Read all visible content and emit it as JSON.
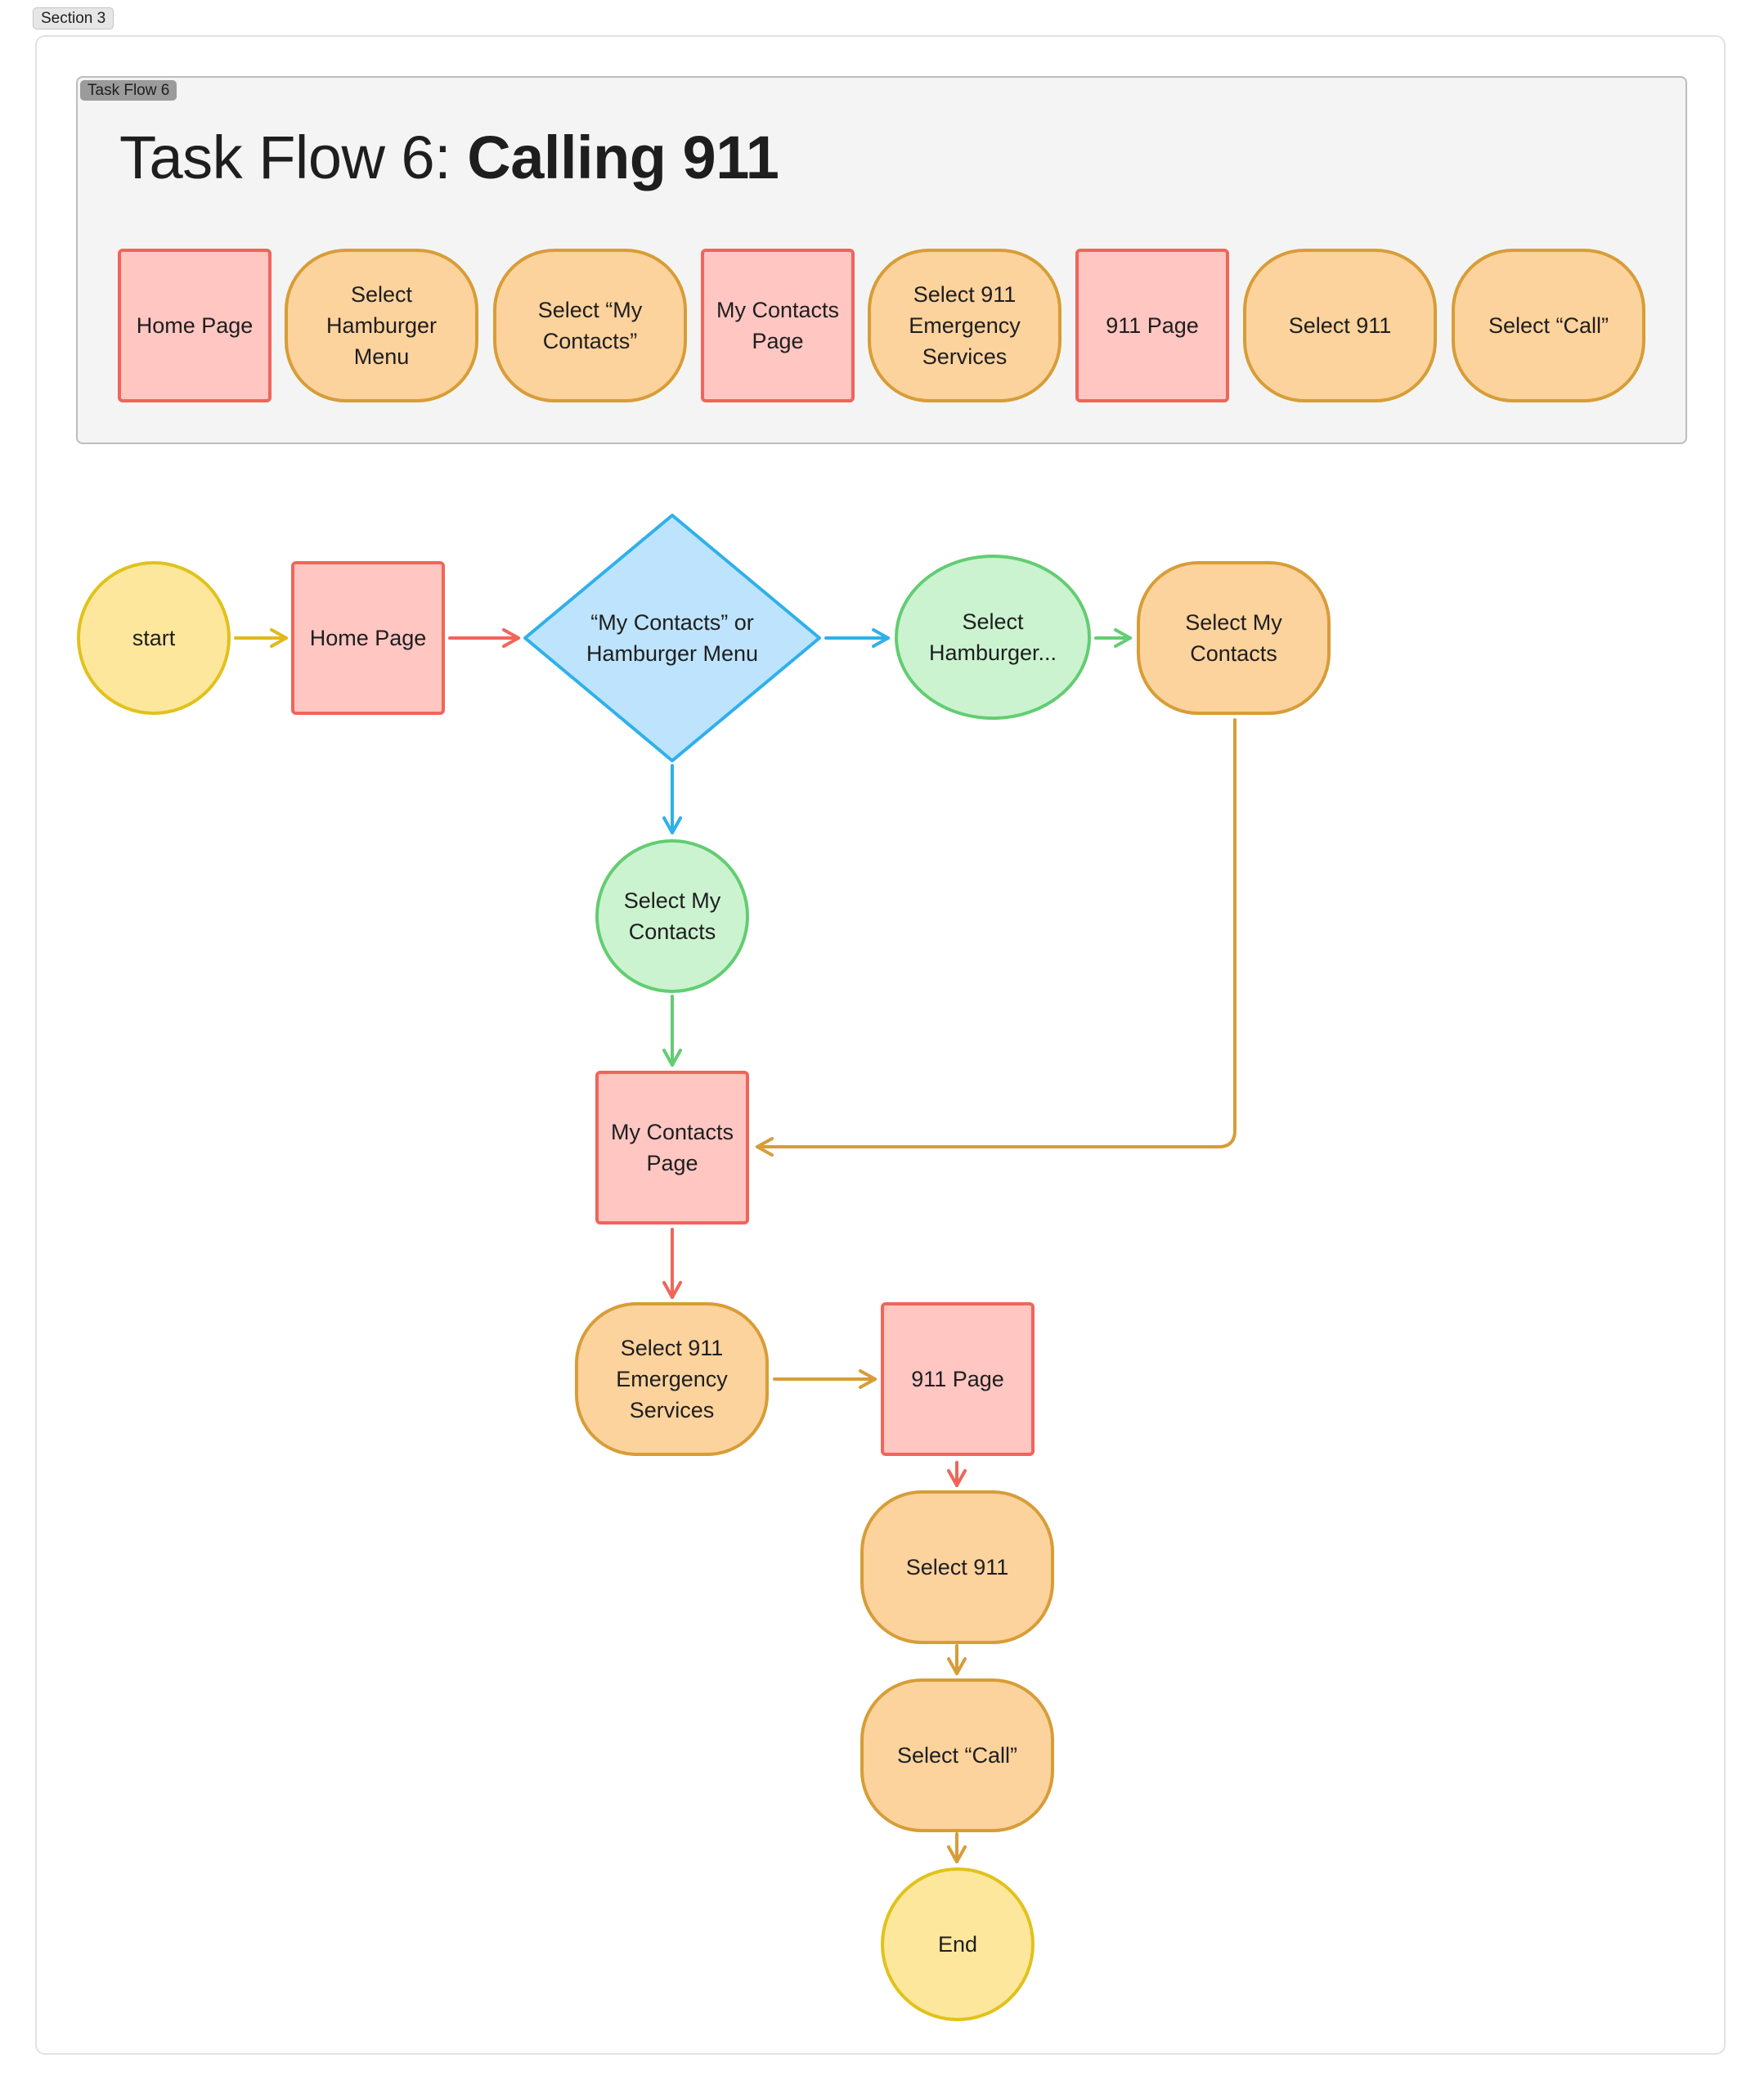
{
  "section_label": "Section 3",
  "frame_label": "Task Flow 6",
  "title": {
    "prefix": "Task Flow 6: ",
    "emphasis": "Calling 911"
  },
  "legend_row": [
    {
      "label": "Home Page",
      "kind": "page"
    },
    {
      "label": "Select Hamburger Menu",
      "kind": "action"
    },
    {
      "label": "Select “My Contacts”",
      "kind": "action"
    },
    {
      "label": "My Contacts Page",
      "kind": "page"
    },
    {
      "label": "Select 911 Emergency Services",
      "kind": "action"
    },
    {
      "label": "911 Page",
      "kind": "page"
    },
    {
      "label": "Select 911",
      "kind": "action"
    },
    {
      "label": "Select “Call”",
      "kind": "action"
    }
  ],
  "flow": {
    "start": "start",
    "home_page": "Home Page",
    "decision": "“My Contacts” or Hamburger Menu",
    "select_hamburger": "Select Hamburger...",
    "select_my_contacts_branch": "Select My Contacts",
    "select_my_contacts": "Select My Contacts",
    "my_contacts_page": "My Contacts Page",
    "select_911_emergency": "Select 911 Emergency Services",
    "page_911": "911 Page",
    "select_911": "Select 911",
    "select_call": "Select “Call”",
    "end": "End"
  },
  "colors": {
    "page_fill": "#ffc6c2",
    "page_stroke": "#f0655a",
    "action_fill": "#fcd29d",
    "action_stroke": "#d79d37",
    "terminal_fill": "#fde79d",
    "terminal_stroke": "#e1c21b",
    "decision_fill": "#bde3fd",
    "decision_stroke": "#2fb0ea",
    "choice_fill": "#cbf3d0",
    "choice_stroke": "#62cd72"
  }
}
